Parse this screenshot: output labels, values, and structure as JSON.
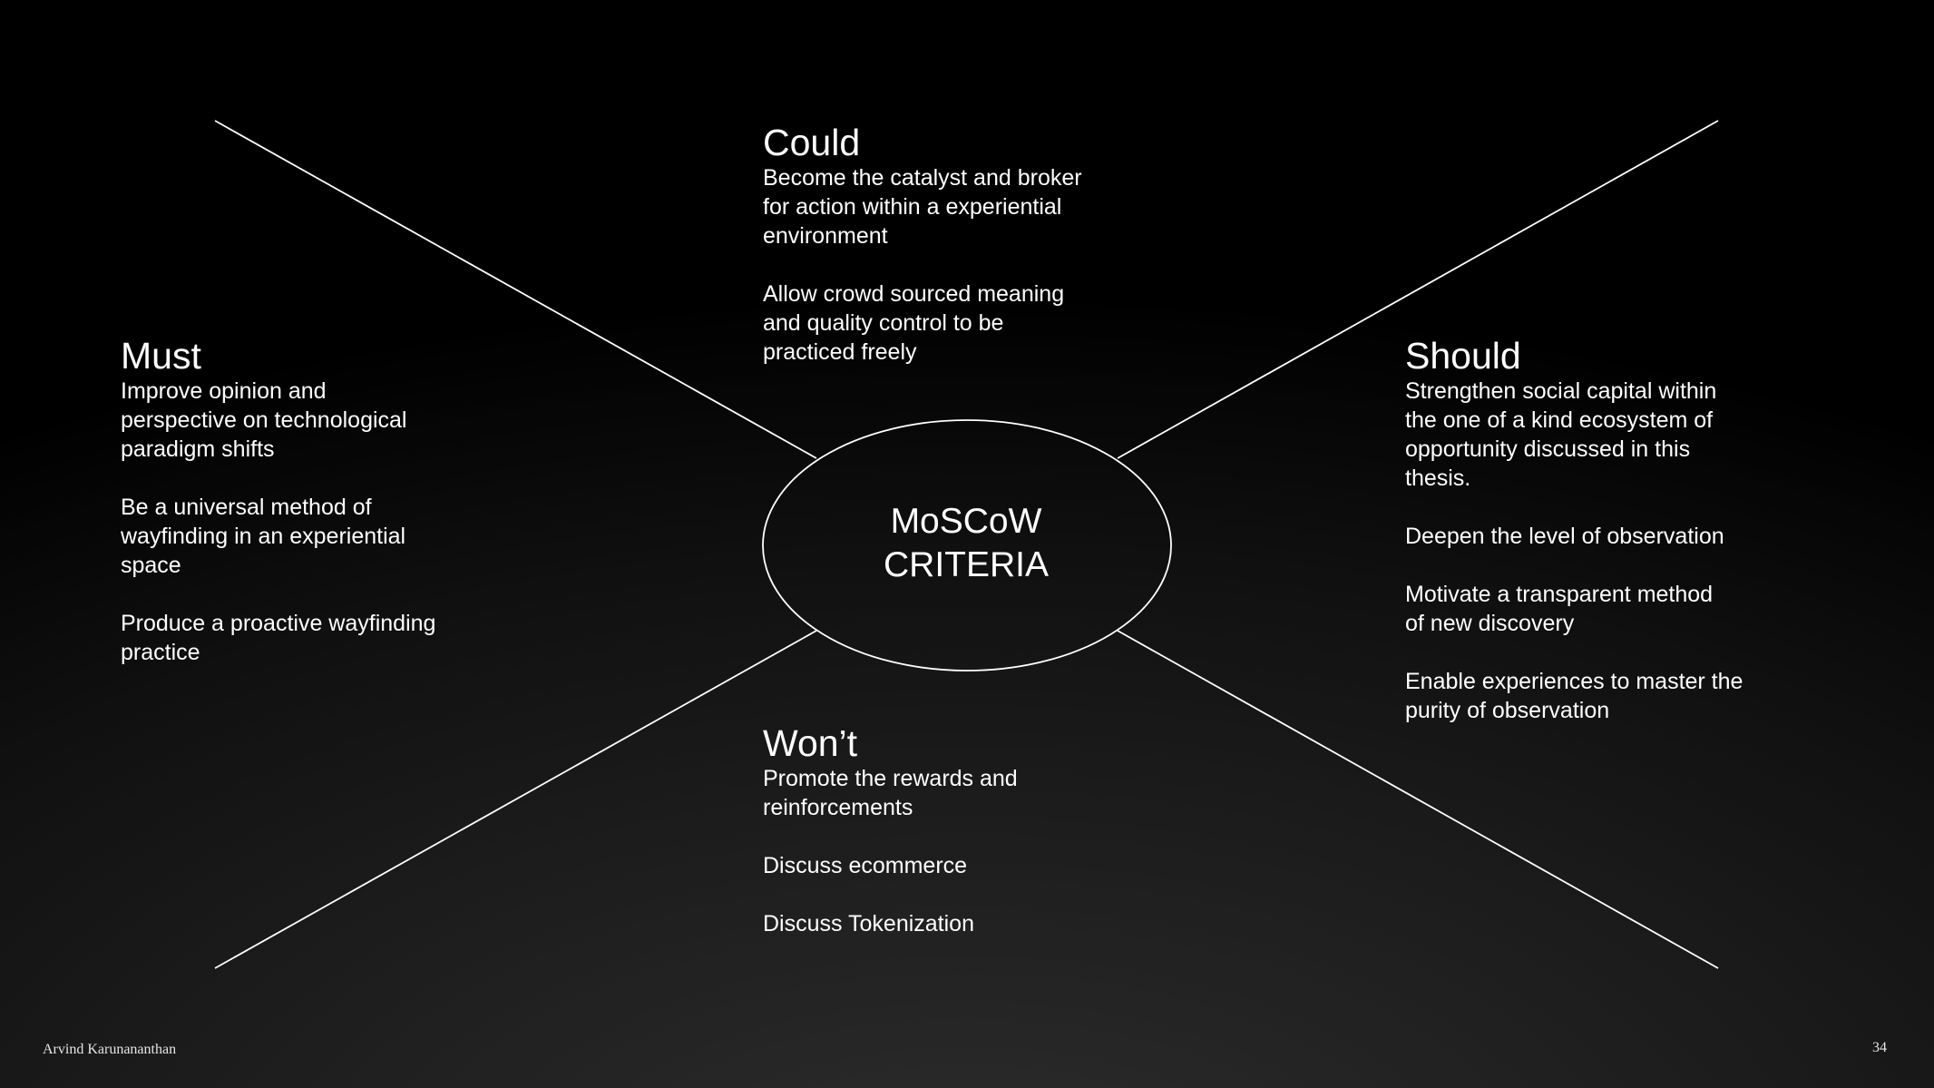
{
  "center": {
    "line1": "MoSCoW",
    "line2": "CRITERIA"
  },
  "must": {
    "title": "Must",
    "items": [
      "Improve opinion and\nperspective on technological\nparadigm shifts",
      "Be a universal method of\nwayfinding in an experiential\nspace",
      "Produce a proactive wayfinding\npractice"
    ]
  },
  "could": {
    "title": "Could",
    "items": [
      "Become the catalyst and broker\nfor action within a experiential\nenvironment",
      "Allow crowd sourced meaning\nand quality control to be\npracticed freely"
    ]
  },
  "should": {
    "title": "Should",
    "items": [
      "Strengthen social capital within\nthe one of a kind ecosystem of\nopportunity discussed in this\nthesis.",
      "Deepen the level of observation",
      "Motivate a transparent method\nof new discovery",
      "Enable experiences to master the\npurity of observation"
    ]
  },
  "wont": {
    "title": "Won’t",
    "items": [
      "Promote the rewards and\nreinforcements",
      "Discuss ecommerce",
      "Discuss Tokenization"
    ]
  },
  "footer": {
    "author": "Arvind Karunananthan",
    "page_number": "34"
  },
  "colors": {
    "line": "#ffffff",
    "text": "#ffffff"
  }
}
